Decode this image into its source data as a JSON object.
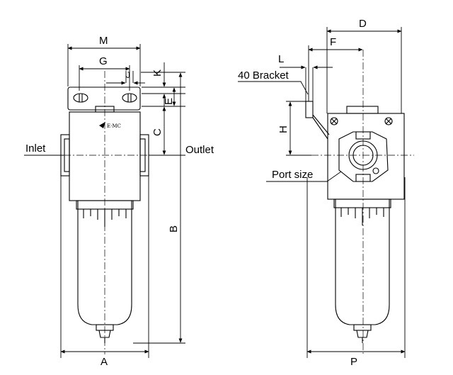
{
  "labels": {
    "inlet": "Inlet",
    "outlet": "Outlet",
    "bracket": "40 Bracket",
    "port_size": "Port size",
    "logo": "E·MC"
  },
  "dims": {
    "M": "M",
    "G": "G",
    "J": "J",
    "K": "K",
    "E": "E",
    "C": "C",
    "B": "B",
    "A": "A",
    "D": "D",
    "F": "F",
    "L": "L",
    "H": "H",
    "P": "P"
  }
}
